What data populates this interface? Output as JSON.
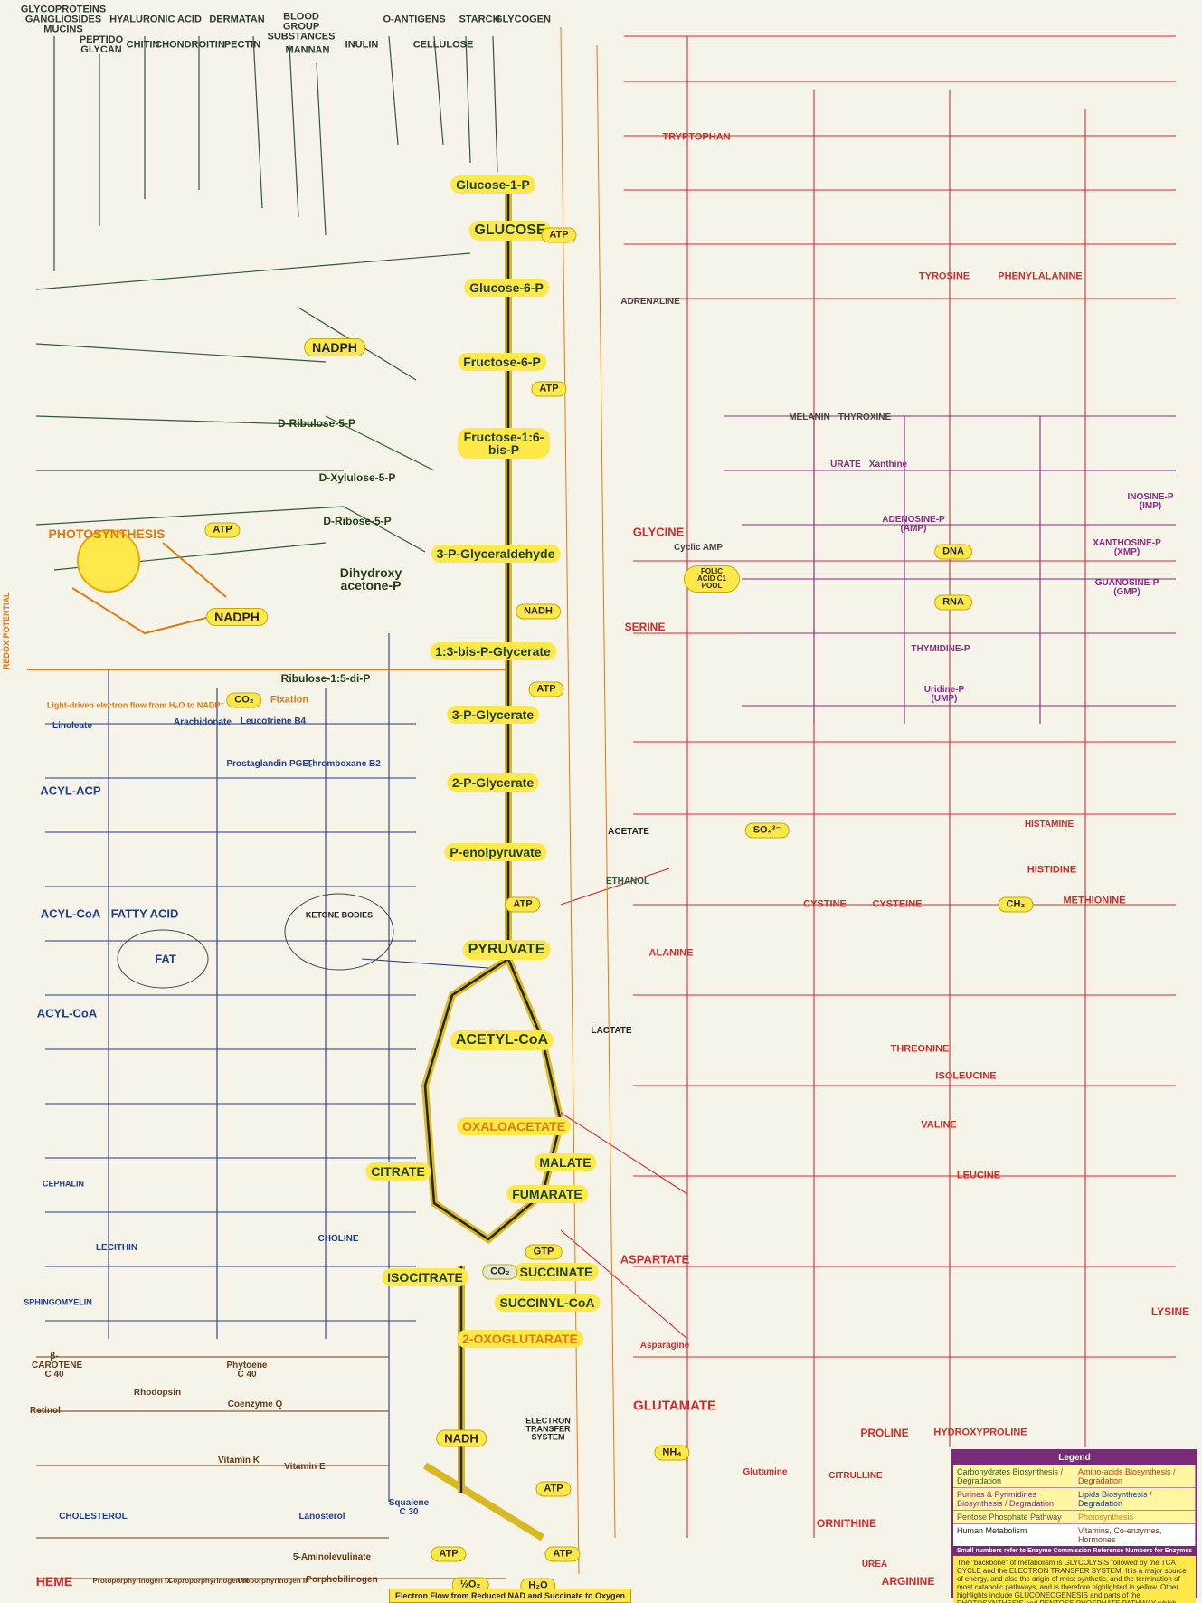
{
  "top_titles": [
    {
      "id": "glyco",
      "text": "GLYCOPROTEINS GANGLIOSIDES MUCINS"
    },
    {
      "id": "peptido",
      "text": "PEPTIDO GLYCAN"
    },
    {
      "id": "hyal",
      "text": "HYALURONIC ACID"
    },
    {
      "id": "chitin",
      "text": "CHITIN"
    },
    {
      "id": "chondroitin",
      "text": "CHONDROITIN"
    },
    {
      "id": "dermatan",
      "text": "DERMATAN"
    },
    {
      "id": "pectin",
      "text": "PECTIN"
    },
    {
      "id": "blood",
      "text": "BLOOD GROUP SUBSTANCES"
    },
    {
      "id": "mannan",
      "text": "MANNAN"
    },
    {
      "id": "inulin",
      "text": "INULIN"
    },
    {
      "id": "oantigens",
      "text": "O-ANTIGENS"
    },
    {
      "id": "cellulose",
      "text": "CELLULOSE"
    },
    {
      "id": "starch",
      "text": "STARCH"
    },
    {
      "id": "glycogen",
      "text": "GLYCOGEN"
    }
  ],
  "core": [
    {
      "id": "glucose1p",
      "text": "Glucose-1-P"
    },
    {
      "id": "glucose",
      "text": "GLUCOSE"
    },
    {
      "id": "glucose6p",
      "text": "Glucose-6-P"
    },
    {
      "id": "fructose6p",
      "text": "Fructose-6-P"
    },
    {
      "id": "fbp",
      "text": "Fructose-1:6-bis-P"
    },
    {
      "id": "g3p",
      "text": "3-P-Glyceraldehyde"
    },
    {
      "id": "dhap",
      "text": "Dihydroxy acetone-P"
    },
    {
      "id": "bpg",
      "text": "1:3-bis-P-Glycerate"
    },
    {
      "id": "pg3",
      "text": "3-P-Glycerate"
    },
    {
      "id": "pg2",
      "text": "2-P-Glycerate"
    },
    {
      "id": "pep",
      "text": "P-enolpyruvate"
    },
    {
      "id": "pyruvate",
      "text": "PYRUVATE"
    },
    {
      "id": "acetylcoa",
      "text": "ACETYL-CoA"
    },
    {
      "id": "oxaloacetate",
      "text": "OXALOACETATE"
    },
    {
      "id": "citrate",
      "text": "CITRATE"
    },
    {
      "id": "isocitrate",
      "text": "ISOCITRATE"
    },
    {
      "id": "oxoglutarate",
      "text": "2-OXOGLUTARATE"
    },
    {
      "id": "succinylcoa",
      "text": "SUCCINYL-CoA"
    },
    {
      "id": "succinate",
      "text": "SUCCINATE"
    },
    {
      "id": "fumarate",
      "text": "FUMARATE"
    },
    {
      "id": "malate",
      "text": "MALATE"
    },
    {
      "id": "ribulose",
      "text": "Ribulose-1:5-di-P"
    },
    {
      "id": "d_ribulose5p",
      "text": "D-Ribulose-5-P"
    },
    {
      "id": "d_xylulose5p",
      "text": "D-Xylulose-5-P"
    },
    {
      "id": "d_ribose5p",
      "text": "D-Ribose-5-P"
    }
  ],
  "highlights": [
    {
      "id": "nadph1",
      "text": "NADPH"
    },
    {
      "id": "nadph2",
      "text": "NADPH"
    },
    {
      "id": "nadh1",
      "text": "NADH"
    },
    {
      "id": "nadh2",
      "text": "NADH"
    },
    {
      "id": "atp1",
      "text": "ATP"
    },
    {
      "id": "atp2",
      "text": "ATP"
    },
    {
      "id": "atp3",
      "text": "ATP"
    },
    {
      "id": "atp4",
      "text": "ATP"
    },
    {
      "id": "atp5",
      "text": "ATP"
    },
    {
      "id": "atp6",
      "text": "ATP"
    },
    {
      "id": "atp7",
      "text": "ATP"
    },
    {
      "id": "atp8",
      "text": "ATP"
    },
    {
      "id": "co2a",
      "text": "CO₂"
    },
    {
      "id": "co2b",
      "text": "CO₂"
    },
    {
      "id": "gtp",
      "text": "GTP"
    },
    {
      "id": "h2o",
      "text": "H₂O"
    },
    {
      "id": "o2",
      "text": "½O₂"
    },
    {
      "id": "dna",
      "text": "DNA"
    },
    {
      "id": "rna",
      "text": "RNA"
    },
    {
      "id": "folic",
      "text": "FOLIC ACID C1 POOL"
    },
    {
      "id": "nh4",
      "text": "NH₄"
    },
    {
      "id": "so4",
      "text": "SO₄²⁻"
    },
    {
      "id": "ch3",
      "text": "CH₃"
    }
  ],
  "amino": [
    {
      "id": "tryptophan",
      "text": "TRYPTOPHAN"
    },
    {
      "id": "tyrosine",
      "text": "TYROSINE"
    },
    {
      "id": "phenylalanine",
      "text": "PHENYLALANINE"
    },
    {
      "id": "glycine",
      "text": "GLYCINE"
    },
    {
      "id": "serine",
      "text": "SERINE"
    },
    {
      "id": "histamine",
      "text": "HISTAMINE"
    },
    {
      "id": "histidine",
      "text": "HISTIDINE"
    },
    {
      "id": "cystine",
      "text": "CYSTINE"
    },
    {
      "id": "cysteine",
      "text": "CYSTEINE"
    },
    {
      "id": "methionine",
      "text": "METHIONINE"
    },
    {
      "id": "alanine",
      "text": "ALANINE"
    },
    {
      "id": "threonine",
      "text": "THREONINE"
    },
    {
      "id": "isoleucine",
      "text": "ISOLEUCINE"
    },
    {
      "id": "valine",
      "text": "VALINE"
    },
    {
      "id": "leucine",
      "text": "LEUCINE"
    },
    {
      "id": "aspartate",
      "text": "ASPARTATE"
    },
    {
      "id": "lysine",
      "text": "LYSINE"
    },
    {
      "id": "glutamate",
      "text": "GLUTAMATE"
    },
    {
      "id": "proline",
      "text": "PROLINE"
    },
    {
      "id": "hydroxyproline",
      "text": "HYDROXYPROLINE"
    },
    {
      "id": "ornithine",
      "text": "ORNITHINE"
    },
    {
      "id": "arginine",
      "text": "ARGININE"
    },
    {
      "id": "citrulline",
      "text": "CITRULLINE"
    },
    {
      "id": "urea",
      "text": "UREA"
    },
    {
      "id": "melanin",
      "text": "MELANIN"
    },
    {
      "id": "thyroxine",
      "text": "THYROXINE"
    },
    {
      "id": "adrenaline",
      "text": "ADRENALINE"
    },
    {
      "id": "asparagine",
      "text": "Asparagine"
    },
    {
      "id": "glutamine",
      "text": "Glutamine"
    }
  ],
  "nucleotides": [
    {
      "id": "amp",
      "text": "ADENOSINE-P (AMP)"
    },
    {
      "id": "imp",
      "text": "INOSINE-P (IMP)"
    },
    {
      "id": "xmp",
      "text": "XANTHOSINE-P (XMP)"
    },
    {
      "id": "gmp",
      "text": "GUANOSINE-P (GMP)"
    },
    {
      "id": "thymidine",
      "text": "THYMIDINE-P"
    },
    {
      "id": "ump",
      "text": "Uridine-P (UMP)"
    },
    {
      "id": "urate",
      "text": "URATE"
    },
    {
      "id": "xanthine",
      "text": "Xanthine"
    },
    {
      "id": "cyclic",
      "text": "Cyclic AMP"
    }
  ],
  "lipids": [
    {
      "id": "acylacp",
      "text": "ACYL-ACP"
    },
    {
      "id": "acylcoa1",
      "text": "ACYL-CoA"
    },
    {
      "id": "acylcoa2",
      "text": "ACYL-CoA"
    },
    {
      "id": "fattyacid",
      "text": "FATTY ACID"
    },
    {
      "id": "fat",
      "text": "FAT"
    },
    {
      "id": "ketone",
      "text": "KETONE BODIES"
    },
    {
      "id": "lecithin",
      "text": "LECITHIN"
    },
    {
      "id": "choline",
      "text": "CHOLINE"
    },
    {
      "id": "cholesterol",
      "text": "CHOLESTEROL"
    },
    {
      "id": "sphingomyelin",
      "text": "SPHINGOMYELIN"
    },
    {
      "id": "cephalin",
      "text": "CEPHALIN"
    },
    {
      "id": "squalene",
      "text": "Squalene C 30"
    },
    {
      "id": "lanosterol",
      "text": "Lanosterol"
    },
    {
      "id": "linoleate",
      "text": "Linoleate"
    },
    {
      "id": "arachidonate",
      "text": "Arachidonate"
    },
    {
      "id": "leukotriene",
      "text": "Leucotriene B4"
    },
    {
      "id": "prostaglandin",
      "text": "Prostaglandin PGE₂"
    },
    {
      "id": "thromboxane",
      "text": "Thromboxane B2"
    },
    {
      "id": "acetate",
      "text": "ACETATE"
    },
    {
      "id": "ethanol",
      "text": "ETHANOL"
    },
    {
      "id": "lactate",
      "text": "LACTATE"
    }
  ],
  "vitamins": [
    {
      "id": "heme",
      "text": "HEME"
    },
    {
      "id": "bcarotene",
      "text": "β-CAROTENE C 40"
    },
    {
      "id": "rhodopsin",
      "text": "Rhodopsin"
    },
    {
      "id": "retinol",
      "text": "Retinol"
    },
    {
      "id": "vitamink",
      "text": "Vitamin K"
    },
    {
      "id": "vitamine",
      "text": "Vitamin E"
    },
    {
      "id": "coenzymeq",
      "text": "Coenzyme Q"
    },
    {
      "id": "phytoene",
      "text": "Phytoene C 40"
    },
    {
      "id": "porphobilinogen",
      "text": "Porphobilinogen"
    },
    {
      "id": "aminolevulinate",
      "text": "5-Aminolevulinate"
    },
    {
      "id": "protoporphyrinogen",
      "text": "Protoporphyrinogen IX"
    },
    {
      "id": "coproporphyrinogen",
      "text": "Coproporphyrinogen III"
    },
    {
      "id": "uroporphyrinogen",
      "text": "Uroporphyrinogen III"
    }
  ],
  "photosynthesis": {
    "title": "PHOTOSYNTHESIS",
    "fixation": "Fixation",
    "caption": "Light-driven electron flow from H₂O to NADP⁺",
    "redox": "REDOX POTENTIAL"
  },
  "electron_transfer": "ELECTRON TRANSFER SYSTEM",
  "legend": {
    "title": "Legend",
    "rows": [
      [
        "Carbohydrates Biosynthesis / Degradation",
        "Amino-acids Biosynthesis / Degradation"
      ],
      [
        "Purines & Pyrimidines Biosynthesis / Degradation",
        "Lipids Biosynthesis / Degradation"
      ],
      [
        "Pentose Phosphate Pathway",
        "Photosynthesis"
      ],
      [
        "Human Metabolism",
        "Vitamins, Co-enzymes, Hormones"
      ]
    ],
    "note_header": "Small numbers refer to Enzyme Commission Reference Numbers for Enzymes",
    "note": "The \"backbone\" of metabolism is GLYCOLYSIS followed by the TCA CYCLE and the ELECTRON TRANSFER SYSTEM. It is a major source of energy, and also the origin of most synthetic, and the termination of most catabolic pathways, and is therefore highlighted in yellow. Other highlights include GLUCONEOGENESIS and parts of the PHOTOSYNTHESIS and PENTOSE PHOSPHATE PATHWAY which provide the energy (ATP) and reducing power (NADPH) which are essential for biosynthesis."
  },
  "footer": "Electron Flow from Reduced NAD and Succinate to Oxygen",
  "colors": {
    "carb": "#2e5a3a",
    "amino": "#d22b2b",
    "nuc": "#8a2a86",
    "lipid": "#1f3f8a",
    "vit": "#6a3a14",
    "photo": "#e07a10",
    "highlight": "#ffe94a"
  }
}
